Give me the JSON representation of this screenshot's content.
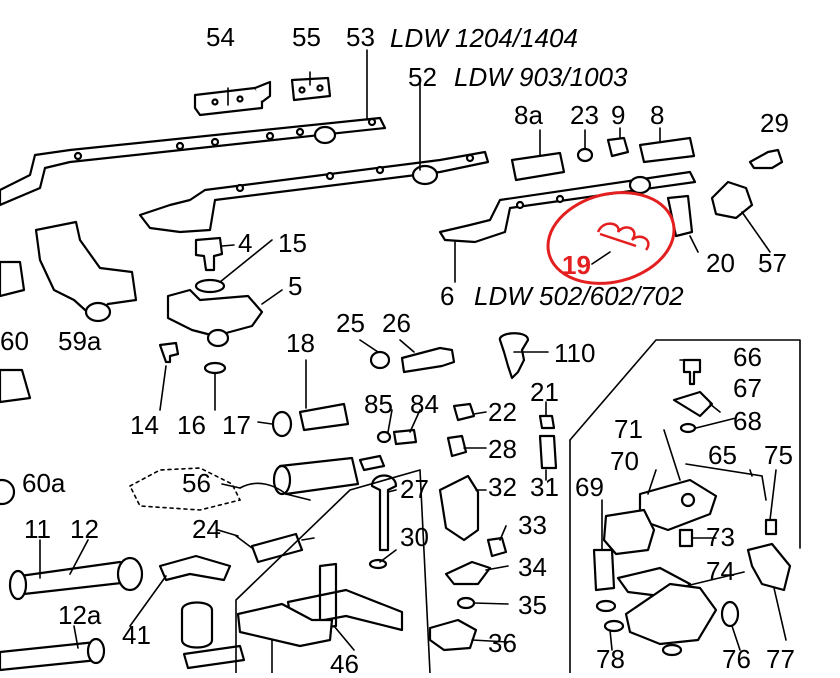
{
  "diagram": {
    "models": {
      "top": "LDW 1204/1404",
      "middle": "LDW 903/1003",
      "bottom": "LDW 502/602/702"
    },
    "labels": {
      "l54": "54",
      "l55": "55",
      "l53": "53",
      "l52": "52",
      "l8a": "8a",
      "l23": "23",
      "l9": "9",
      "l8": "8",
      "l29": "29",
      "l4": "4",
      "l15": "15",
      "l5": "5",
      "l20": "20",
      "l57": "57",
      "l6": "6",
      "l60": "60",
      "l59a": "59a",
      "l25": "25",
      "l26": "26",
      "l110": "110",
      "l18": "18",
      "l66": "66",
      "l67": "67",
      "l68": "68",
      "l14": "14",
      "l16": "16",
      "l17": "17",
      "l85": "85",
      "l84": "84",
      "l22": "22",
      "l21": "21",
      "l28": "28",
      "l31": "31",
      "l71": "71",
      "l70": "70",
      "l65": "65",
      "l75": "75",
      "l60a": "60a",
      "l56": "56",
      "l27": "27",
      "l32": "32",
      "l69": "69",
      "l11": "11",
      "l12": "12",
      "l24": "24",
      "l30": "30",
      "l33": "33",
      "l73": "73",
      "l74": "74",
      "l34": "34",
      "l35": "35",
      "l12a": "12a",
      "l41": "41",
      "l46": "46",
      "l36": "36",
      "l78": "78",
      "l76": "76",
      "l77": "77"
    },
    "highlight": {
      "label": "19",
      "color": "#e41f1f"
    }
  }
}
